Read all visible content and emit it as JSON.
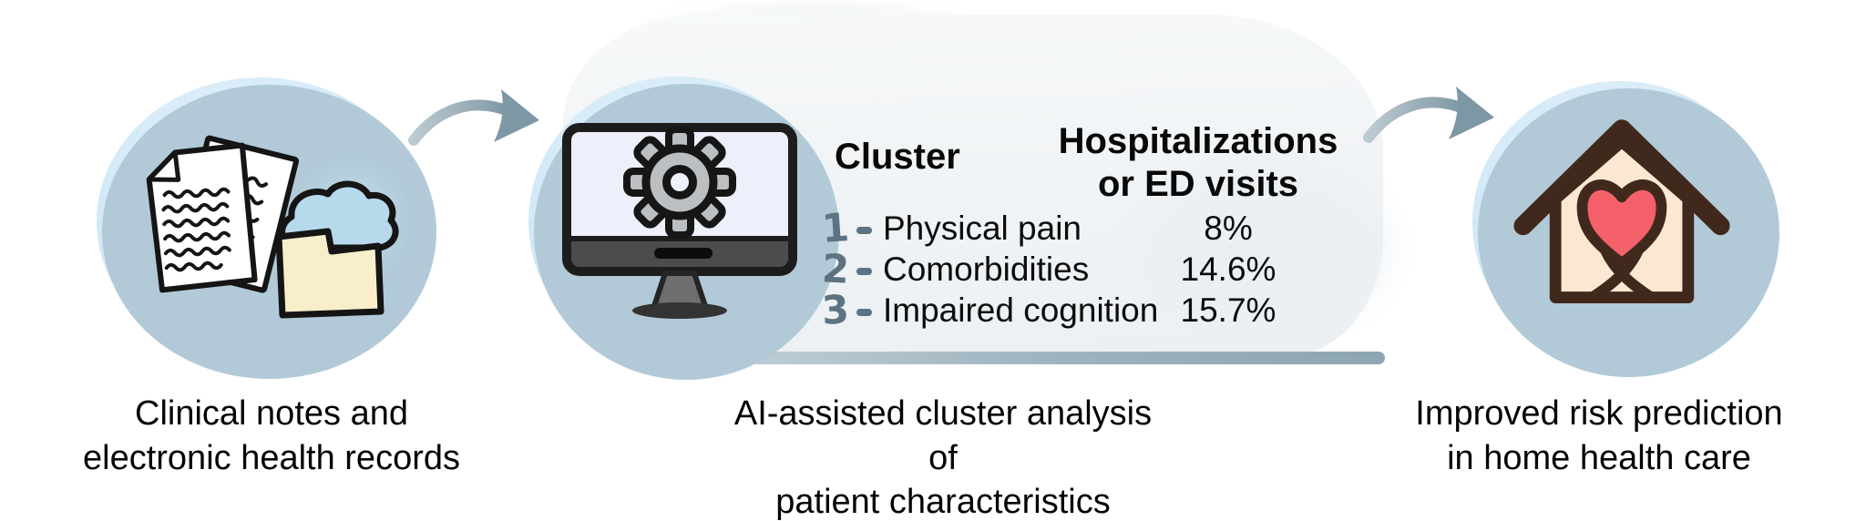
{
  "figure": {
    "kind": "flow-diagram"
  },
  "panels": [
    {
      "name": "clinical-notes",
      "icon": "documents-cloud-folder-icon",
      "caption_line1": "Clinical notes and",
      "caption_line2": "electronic health records"
    },
    {
      "name": "cluster-analysis",
      "icon": "monitor-gear-icon",
      "caption_line1": "AI-assisted cluster analysis of",
      "caption_line2": "patient characteristics"
    },
    {
      "name": "risk-prediction",
      "icon": "house-heart-icon",
      "caption_line1": "Improved risk prediction",
      "caption_line2": "in home health care"
    }
  ],
  "table": {
    "column1_header": "Cluster",
    "column2_header_line1": "Hospitalizations",
    "column2_header_line2": "or ED visits",
    "rows": [
      {
        "num": "1",
        "label": "Physical pain",
        "value": "8%"
      },
      {
        "num": "2",
        "label": "Comorbidities",
        "value": "14.6%"
      },
      {
        "num": "3",
        "label": "Impaired cognition",
        "value": "15.7%"
      }
    ]
  },
  "chart_data": {
    "type": "table",
    "title": "Hospitalizations or ED visits by cluster",
    "columns": [
      "Cluster",
      "Hospitalizations or ED visits"
    ],
    "cluster_ids": [
      1,
      2,
      3
    ],
    "categories": [
      "Physical pain",
      "Comorbidities",
      "Impaired cognition"
    ],
    "values": [
      8,
      14.6,
      15.7
    ],
    "unit": "%"
  },
  "colors": {
    "circle_fill": "#d2e8f6",
    "circle_shadow": "#b2cad7",
    "arrow_slate": "#7e97a4",
    "cloud_panel": "#f1f4f6",
    "underline_bar": "#9db3bf",
    "cluster_number": "#5d7382",
    "heart_red": "#f4616b",
    "house_outline": "#40291c",
    "house_fill": "#fbe8d2",
    "folder_fill": "#f8efca",
    "icon_cloud_blue": "#b7d9ec",
    "screen_fill": "#edeffa",
    "text": "#0a0a0a"
  }
}
